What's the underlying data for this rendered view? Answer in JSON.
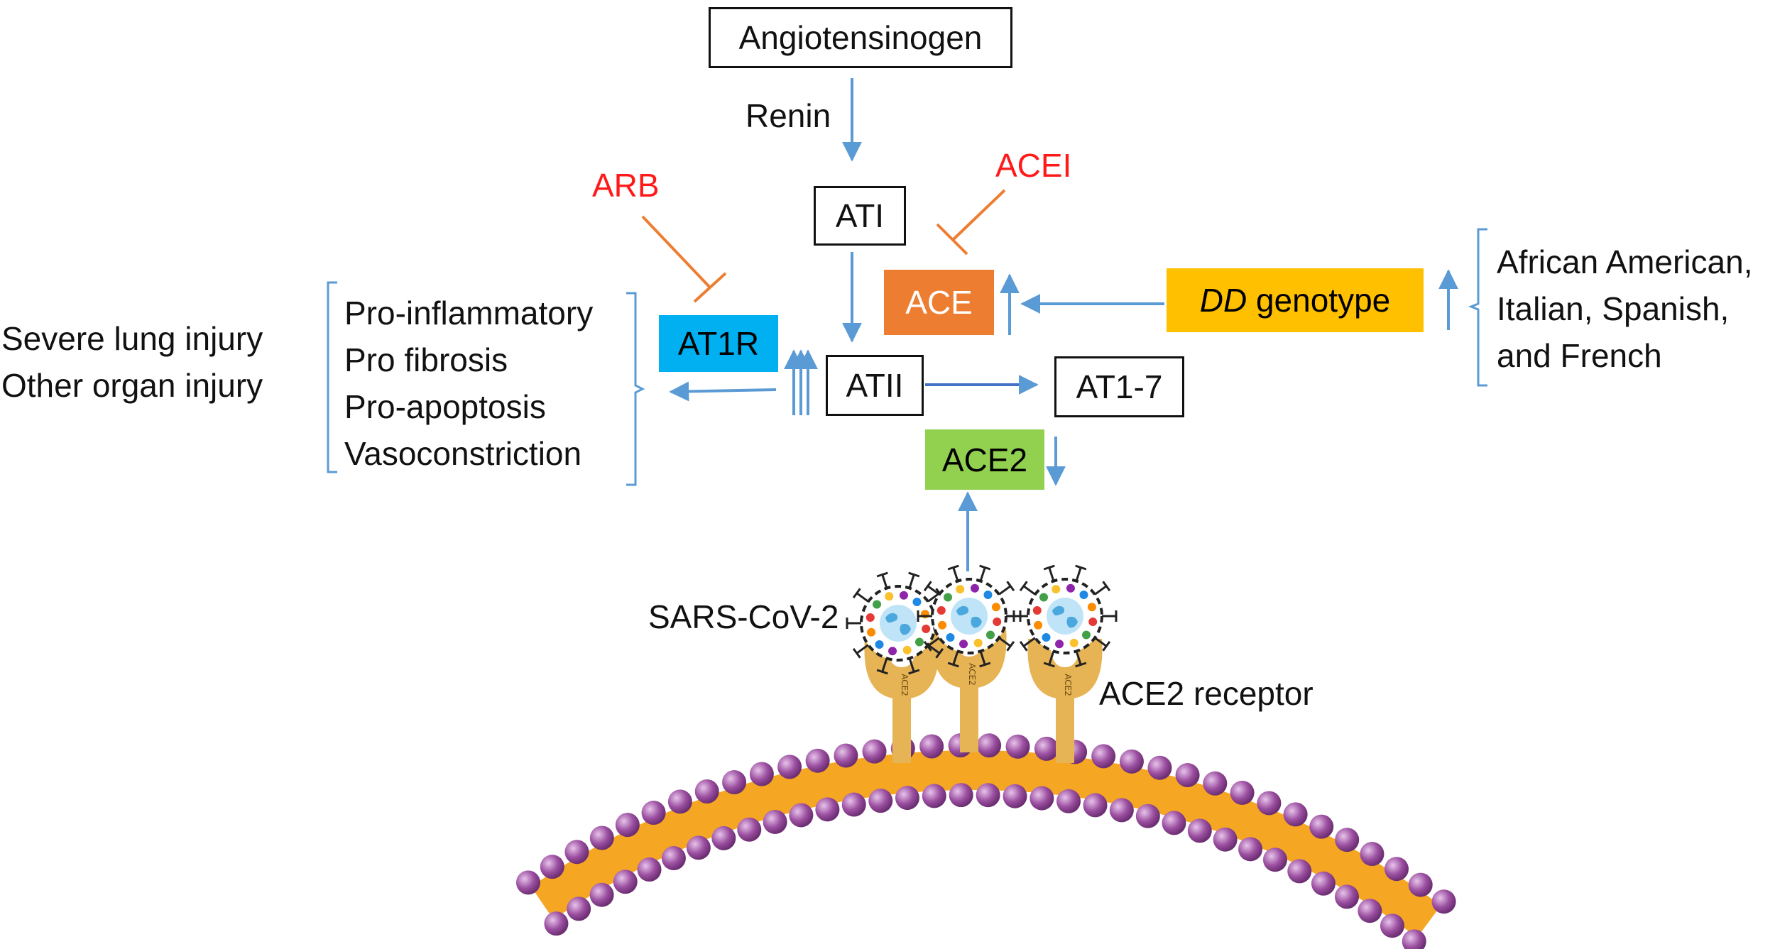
{
  "nodes": {
    "angiotensinogen": "Angiotensinogen",
    "renin": "Renin",
    "ati": "ATI",
    "atii": "ATII",
    "at1_7": "AT1-7",
    "ace": "ACE",
    "ace2": "ACE2",
    "at1r": "AT1R",
    "dd_genotype_italic": "DD",
    "dd_genotype_rest": " genotype",
    "arb": "ARB",
    "acei": "ACEI",
    "sars": "SARS-CoV-2",
    "ace2_receptor": "ACE2 receptor"
  },
  "effects": [
    "Pro-inflammatory",
    "Pro fibrosis",
    "Pro-apoptosis",
    "Vasoconstriction"
  ],
  "outcomes": [
    "Severe lung injury",
    "Other organ injury"
  ],
  "populations": [
    "African American,",
    "Italian, Spanish,",
    "and French"
  ],
  "receptor_label": "ACE2",
  "colors": {
    "arrow": "#5b9bd5",
    "inhibitor": "#ed7d31",
    "ace_fill": "#ed7d31",
    "ace2_fill": "#92d050",
    "at1r_fill": "#00b0f0",
    "dd_fill": "#ffc000",
    "drug_text": "#ff1a1a",
    "membrane_head": "#9b4fa0",
    "membrane_tail": "#f5a623",
    "receptor": "#e6b455"
  }
}
